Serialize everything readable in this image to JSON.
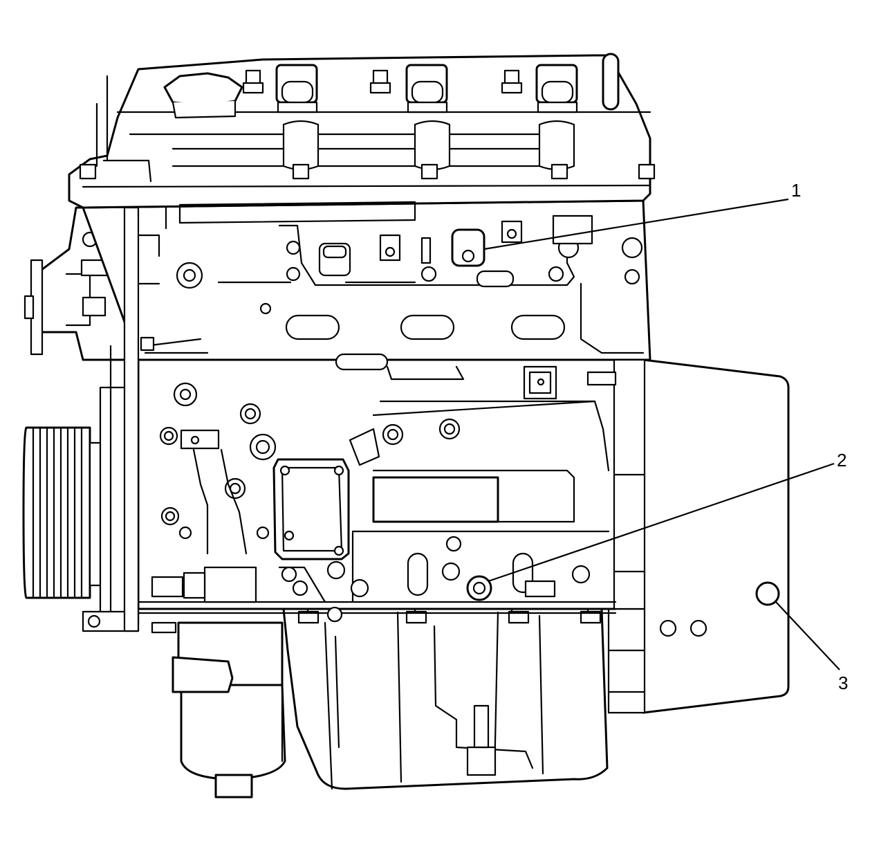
{
  "diagram": {
    "subject": "engine-side-view",
    "callouts": [
      {
        "id": "1",
        "label": "1"
      },
      {
        "id": "2",
        "label": "2"
      },
      {
        "id": "3",
        "label": "3"
      }
    ]
  }
}
